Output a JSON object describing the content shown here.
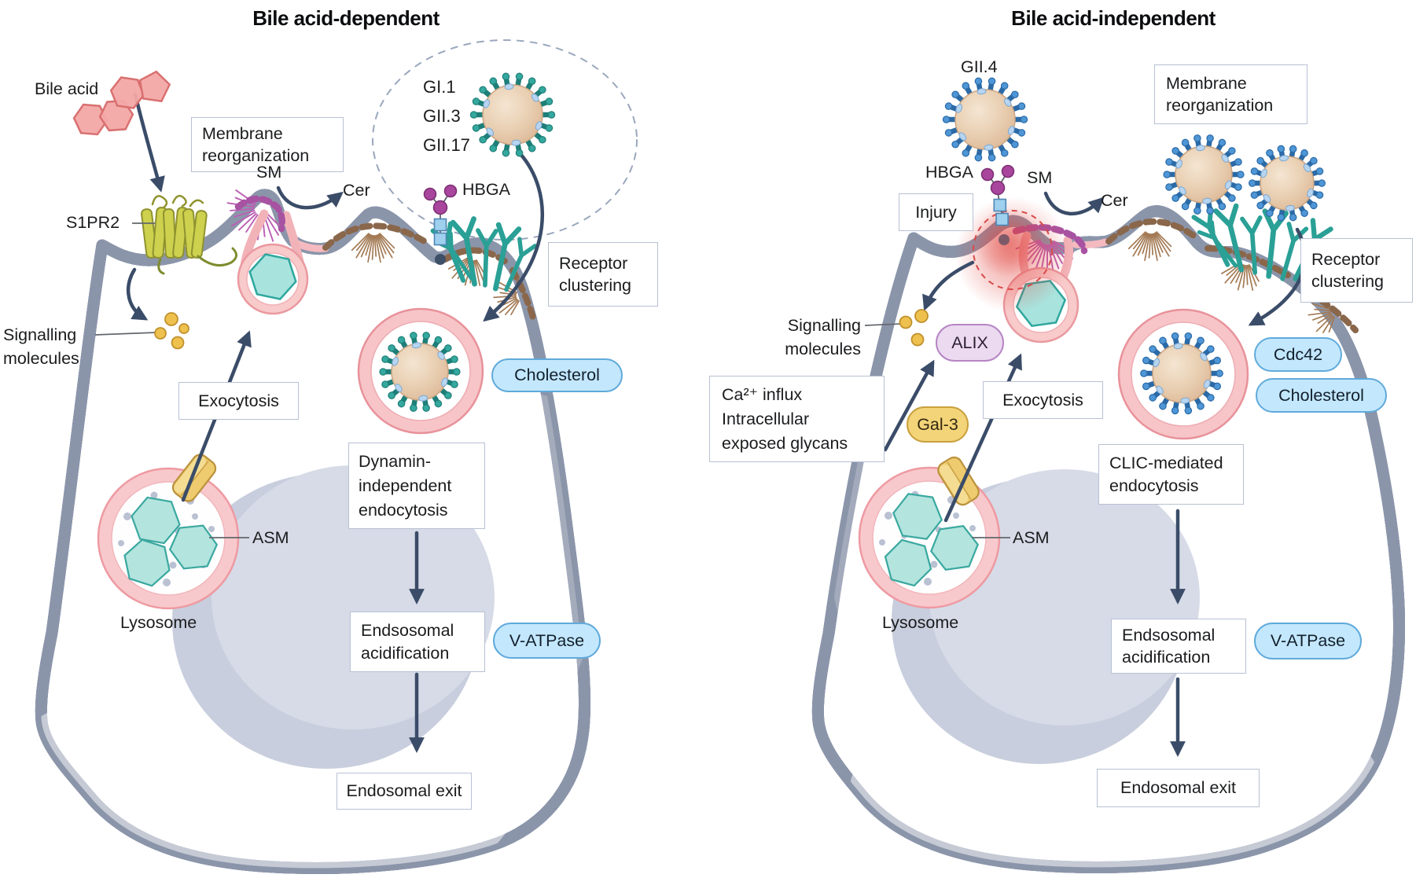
{
  "left": {
    "title": "Bile acid-dependent",
    "bile_acid": "Bile acid",
    "membrane_reorganization": "Membrane\nreorganization",
    "sm": "SM",
    "cer": "Cer",
    "strains": "GI.1\nGII.3\nGII.17",
    "hbga": "HBGA",
    "s1pr2": "S1PR2",
    "receptor_clustering": "Receptor\nclustering",
    "signalling": "Signalling\nmolecules",
    "exocytosis": "Exocytosis",
    "cholesterol": "Cholesterol",
    "dynamin": "Dynamin-\nindependent\nendocytosis",
    "asm": "ASM",
    "lysosome": "Lysosome",
    "endosomal_acidification": "Endsosomal\nacidification",
    "v_atpase": "V-ATPase",
    "endosomal_exit": "Endosomal exit"
  },
  "right": {
    "title": "Bile acid-independent",
    "strain": "GII.4",
    "hbga": "HBGA",
    "sm": "SM",
    "cer": "Cer",
    "injury": "Injury",
    "membrane_reorganization": "Membrane\nreorganization",
    "receptor_clustering": "Receptor\nclustering",
    "signalling": "Signalling\nmolecules",
    "alix": "ALIX",
    "ca_influx": "Ca²⁺ influx\nIntracellular\nexposed glycans",
    "gal3": "Gal-3",
    "exocytosis": "Exocytosis",
    "cdc42": "Cdc42",
    "cholesterol": "Cholesterol",
    "clic": "CLIC-mediated\nendocytosis",
    "asm": "ASM",
    "lysosome": "Lysosome",
    "endosomal_acidification": "Endsosomal\nacidification",
    "v_atpase": "V-ATPase",
    "endosomal_exit": "Endosomal exit"
  },
  "colors": {
    "arrow": "#3a4c68",
    "cell_fill": "#e4e7f0",
    "membrane_pink": "#f4bac0",
    "pill_blue": "#c3e7fc",
    "pill_purple": "#ecdaf0",
    "pill_yellow": "#f3d478",
    "virus_teal": "#35a89e",
    "virus_blue": "#4e96d6",
    "injury_red": "#e1433c",
    "bile_acid_red": "#f3a8a6",
    "s1pr2_green": "#cdd14e",
    "signal_yellow": "#eec14f"
  }
}
